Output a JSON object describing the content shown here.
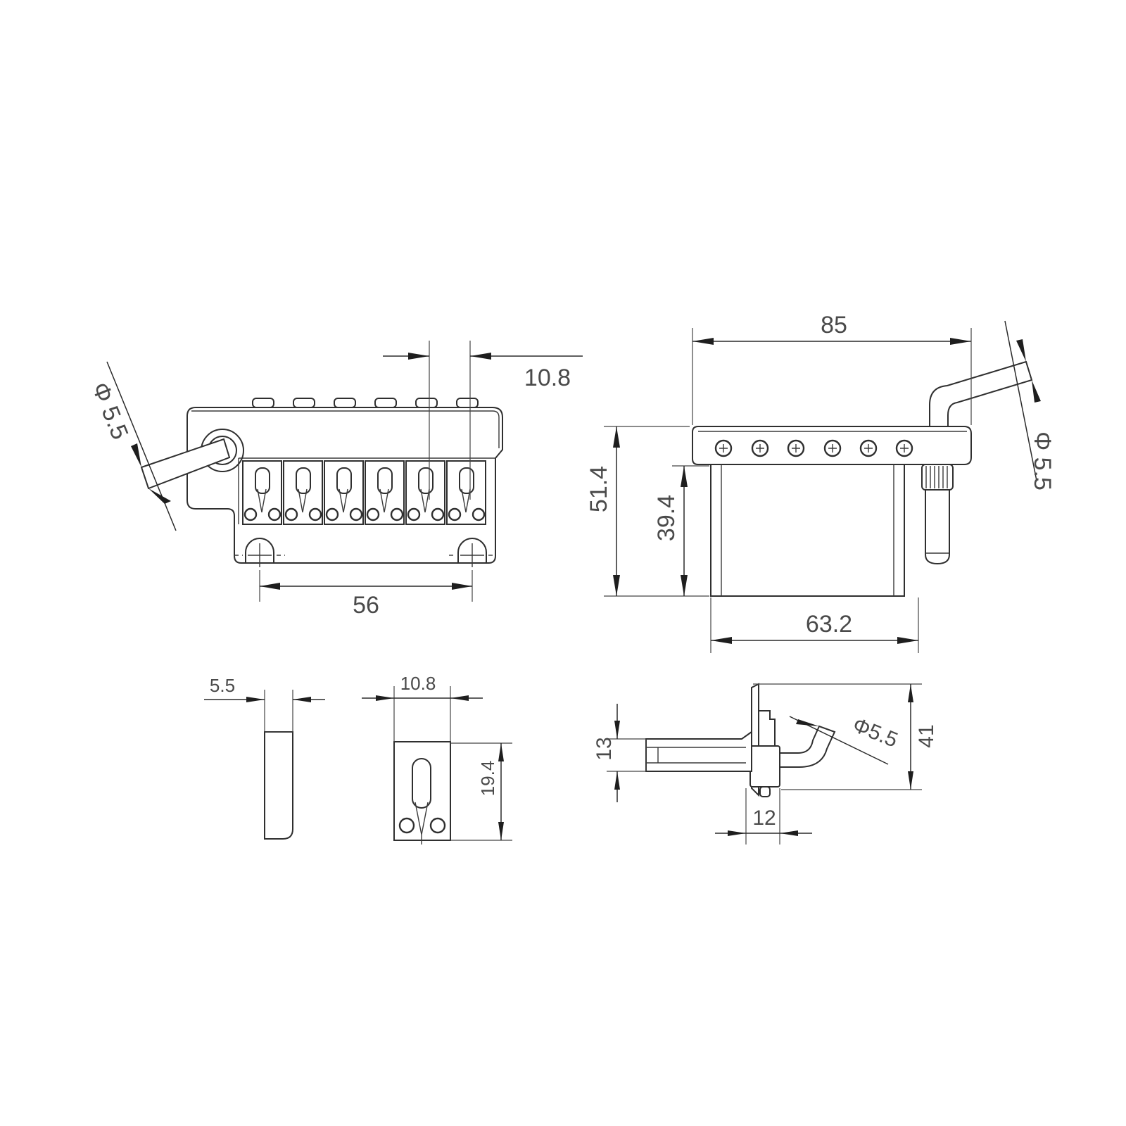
{
  "front_view": {
    "dim_width": "56",
    "dim_spacing": "10.8",
    "dim_arm": "Φ 5.5"
  },
  "side_view": {
    "dim_length": "85",
    "dim_height_total": "51.4",
    "dim_block_height": "39.4",
    "dim_block_width": "63.2",
    "dim_arm": "Φ 5.5"
  },
  "saddle_side_view": {
    "dim_thickness": "5.5"
  },
  "saddle_front_view": {
    "dim_width": "10.8",
    "dim_height": "19.4"
  },
  "top_view": {
    "dim_height": "41",
    "dim_block": "13",
    "dim_width": "12",
    "dim_arm": "Φ5.5"
  }
}
